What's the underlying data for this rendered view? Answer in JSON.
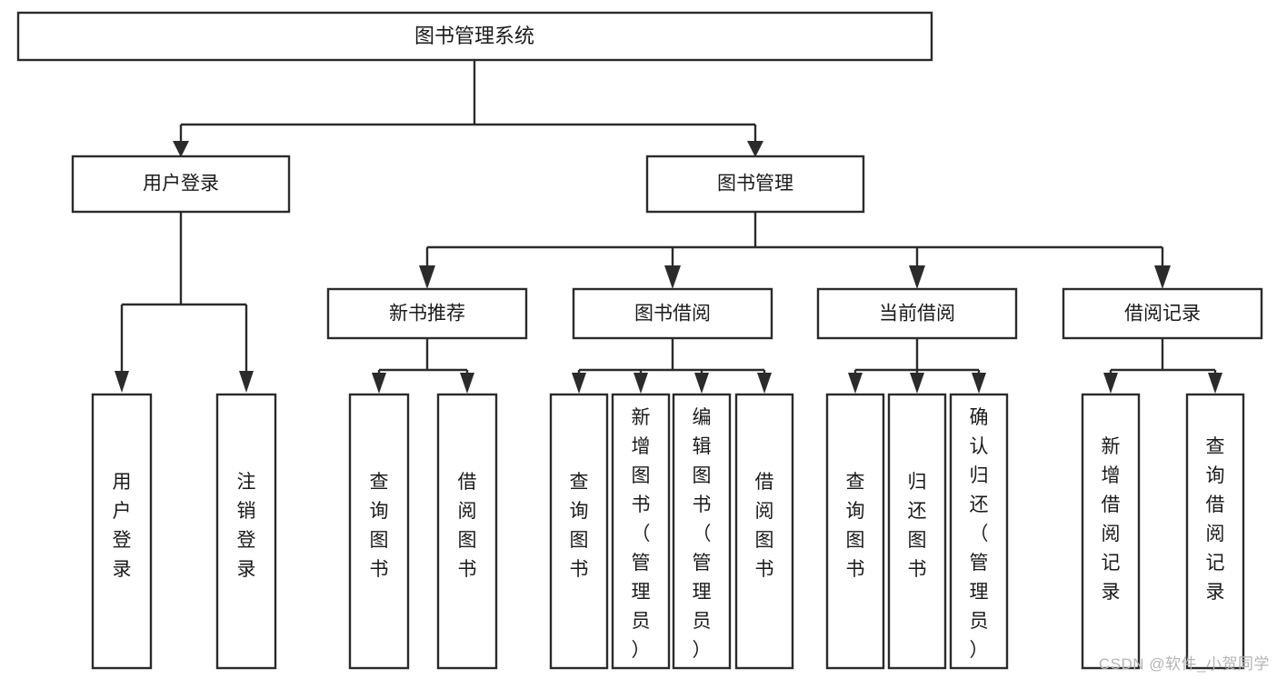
{
  "diagram": {
    "type": "tree",
    "title": "图书管理系统",
    "watermark": "CSDN @软件_小贺同学",
    "colors": {
      "stroke": "#2b2b2b",
      "fill": "#ffffff",
      "text": "#1a1a1a",
      "watermark": "#b4b4b4"
    },
    "root": {
      "label": "图书管理系统"
    },
    "level2": [
      {
        "label": "用户登录"
      },
      {
        "label": "图书管理"
      }
    ],
    "level3": [
      {
        "label": "新书推荐"
      },
      {
        "label": "图书借阅"
      },
      {
        "label": "当前借阅"
      },
      {
        "label": "借阅记录"
      }
    ],
    "leaves_user_login": [
      {
        "label": "用户登录"
      },
      {
        "label": "注销登录"
      }
    ],
    "leaves_new_book": [
      {
        "label": "查询图书"
      },
      {
        "label": "借阅图书"
      }
    ],
    "leaves_borrow": [
      {
        "label": "查询图书"
      },
      {
        "label": "新增图书（管理员）"
      },
      {
        "label": "编辑图书（管理员）"
      },
      {
        "label": "借阅图书"
      }
    ],
    "leaves_current": [
      {
        "label": "查询图书"
      },
      {
        "label": "归还图书"
      },
      {
        "label": "确认归还（管理员）"
      }
    ],
    "leaves_records": [
      {
        "label": "新增借阅记录"
      },
      {
        "label": "查询借阅记录"
      }
    ]
  }
}
